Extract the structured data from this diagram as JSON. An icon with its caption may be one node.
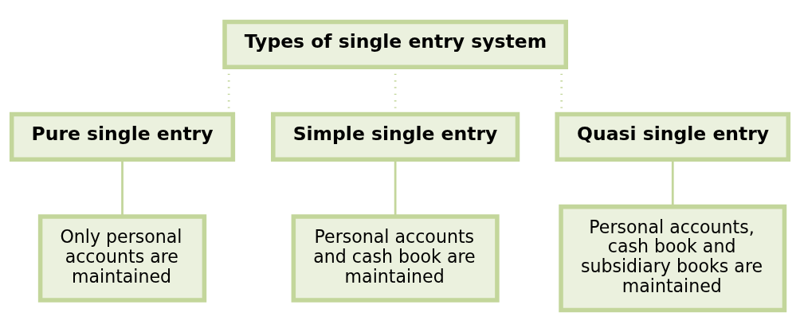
{
  "diagram": {
    "nodes": [
      {
        "text": [
          "Types of single entry system"
        ]
      },
      {
        "text": [
          "Pure single entry"
        ]
      },
      {
        "text": [
          "Simple single entry"
        ]
      },
      {
        "text": [
          "Quasi single entry"
        ]
      },
      {
        "text": [
          "Only personal accounts are maintained"
        ]
      },
      {
        "text": [
          "Personal accounts and cash book are maintained"
        ]
      },
      {
        "text": [
          "Personal accounts, cash book and subsidiary books are maintained"
        ]
      }
    ],
    "edges": [
      {
        "from": 0,
        "to": 1,
        "arrow": "none",
        "style": "dashed"
      },
      {
        "from": 0,
        "to": 2,
        "arrow": "none",
        "style": "dashed"
      },
      {
        "from": 0,
        "to": 3,
        "arrow": "none",
        "style": "dashed"
      },
      {
        "from": 1,
        "to": 4,
        "arrow": "none"
      },
      {
        "from": 2,
        "to": 5,
        "arrow": "none"
      },
      {
        "from": 3,
        "to": 6,
        "arrow": "none"
      }
    ]
  }
}
